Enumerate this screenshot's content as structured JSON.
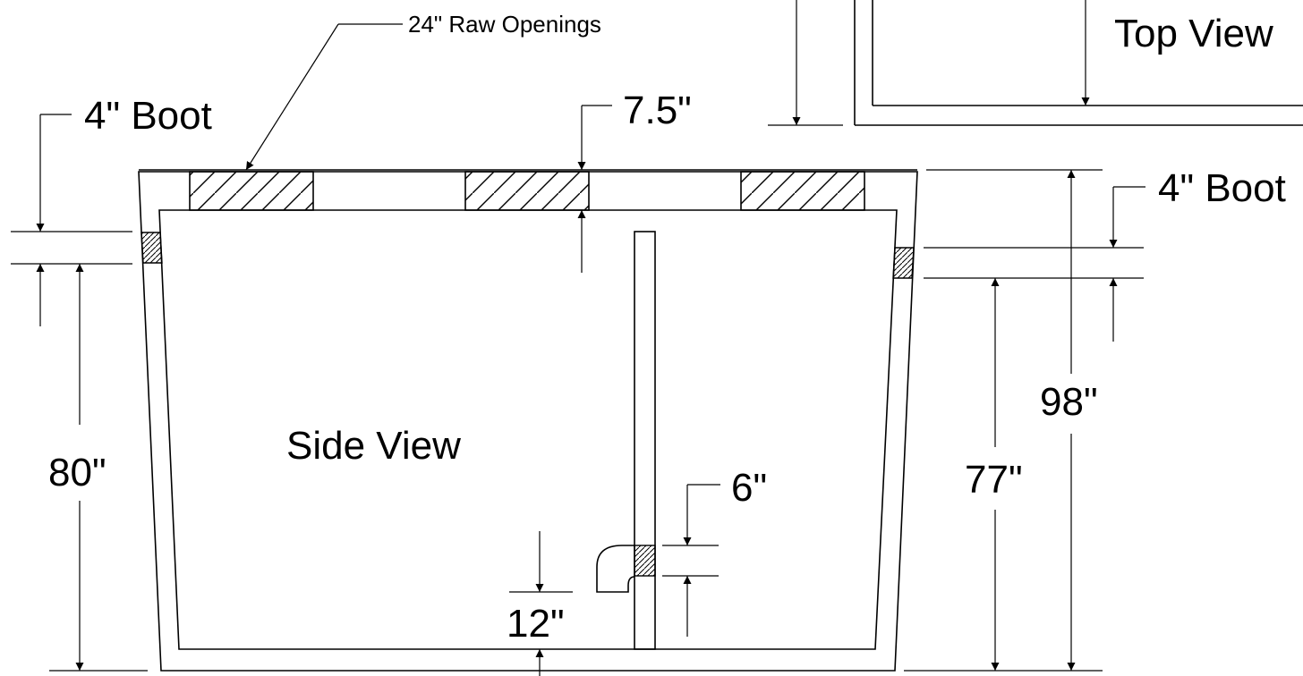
{
  "labels": {
    "raw_openings": "24\" Raw Openings",
    "boot_left": "4\" Boot",
    "boot_right": "4\" Boot",
    "top_thickness": "7.5\"",
    "top_view": "Top View",
    "side_view": "Side View",
    "height_left": "80\"",
    "height_total": "98\"",
    "height_right": "77\"",
    "baffle_gap": "6\"",
    "baffle_offset": "12\""
  },
  "colors": {
    "line": "#000000",
    "background": "#ffffff"
  }
}
